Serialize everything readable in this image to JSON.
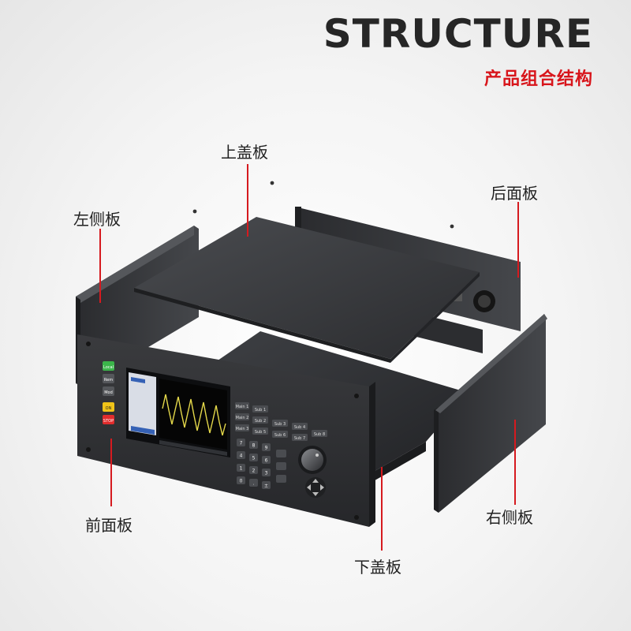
{
  "header": {
    "title": "STRUCTURE",
    "subtitle": "产品组合结构"
  },
  "labels": {
    "top_cover": "上盖板",
    "rear_panel": "后面板",
    "left_side": "左侧板",
    "right_side": "右侧板",
    "front_panel": "前面板",
    "bottom_cover": "下盖板"
  },
  "device": {
    "left_buttons": [
      "Local",
      "Rem",
      "Mod",
      "ON",
      "STOP"
    ],
    "key_rows": [
      [
        "Main 1",
        "Sub 1"
      ],
      [
        "Main 2",
        "Sub 2",
        "Sub 3",
        "Sub 4"
      ],
      [
        "Main 3",
        "Sub 5",
        "Sub 6",
        "Sub 7",
        "Sub 8"
      ]
    ],
    "keypad": [
      "7",
      "8",
      "9",
      "4",
      "5",
      "6",
      "1",
      "2",
      "3",
      "0",
      ".",
      "±"
    ]
  },
  "colors": {
    "accent_red": "#d8151b",
    "panel_dark": "#2e2f31",
    "screen_wave": "#e4d84a",
    "on_button": "#f0c419",
    "stop_button": "#e12c2c",
    "local_button": "#3bb54a"
  }
}
